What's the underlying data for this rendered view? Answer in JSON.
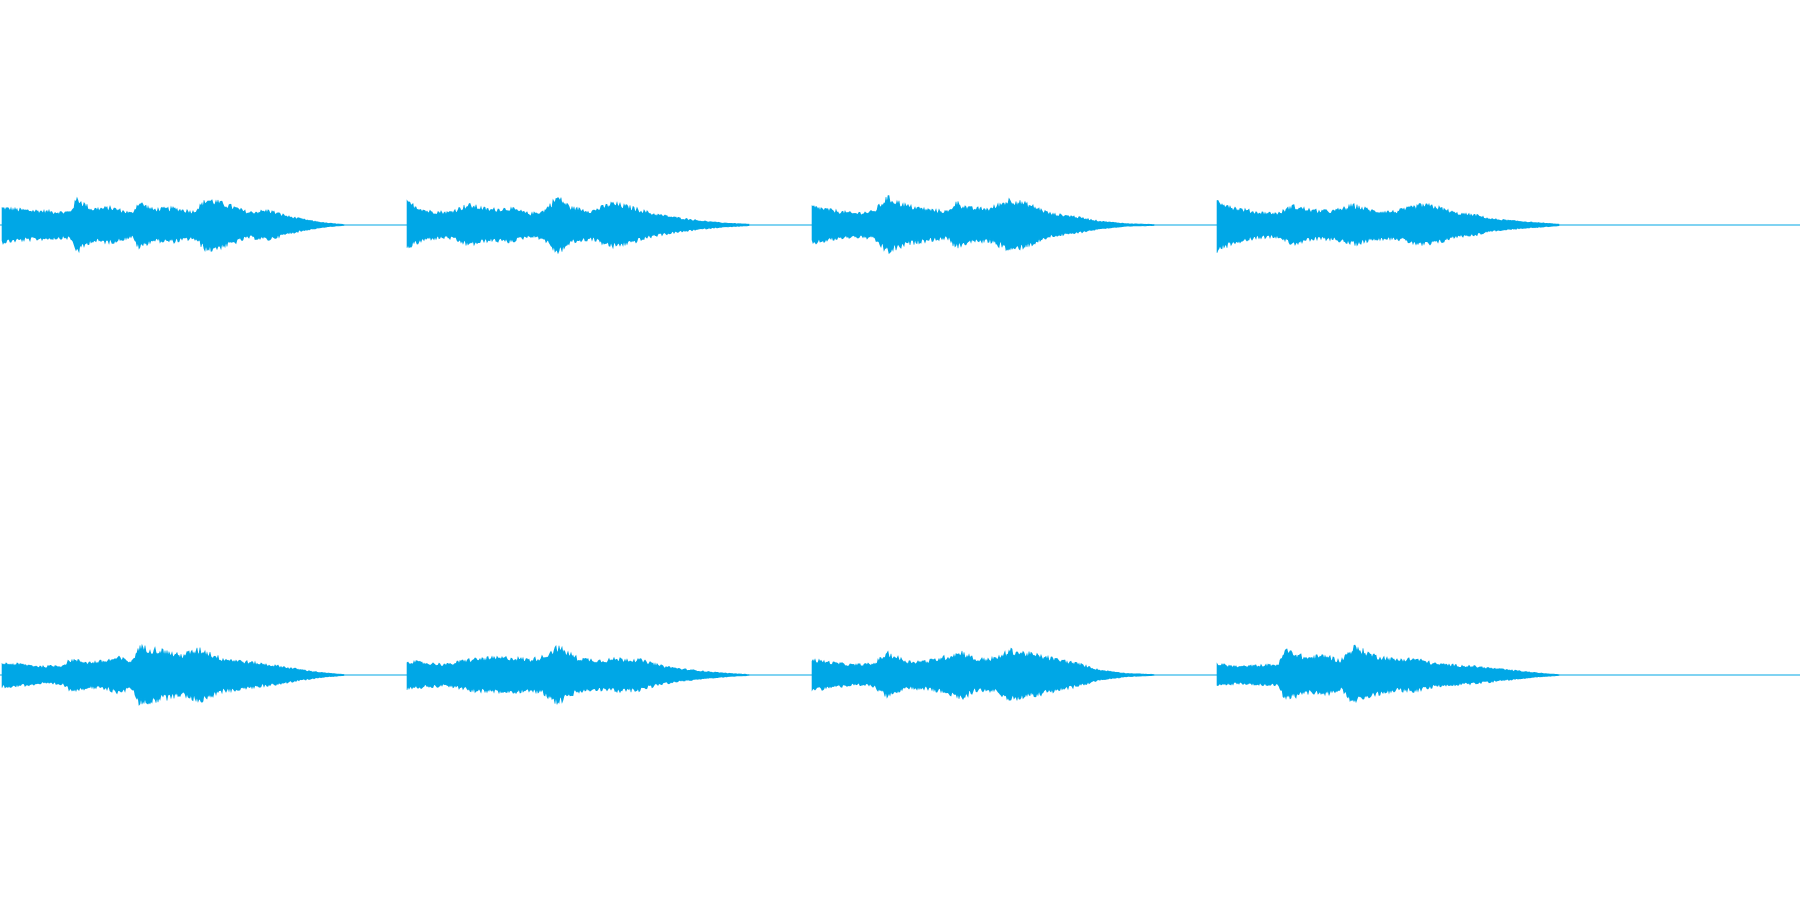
{
  "waveform": {
    "color": "#00a7e6",
    "background": "#ffffff",
    "channels": [
      {
        "name": "",
        "segments": [
          {
            "env": [
              [
                0.0,
                0.62
              ],
              [
                0.05,
                0.55
              ],
              [
                0.12,
                0.5
              ],
              [
                0.18,
                0.46
              ],
              [
                0.2,
                0.48
              ],
              [
                0.22,
                0.95
              ],
              [
                0.26,
                0.58
              ],
              [
                0.32,
                0.62
              ],
              [
                0.38,
                0.42
              ],
              [
                0.4,
                0.82
              ],
              [
                0.44,
                0.56
              ],
              [
                0.5,
                0.6
              ],
              [
                0.56,
                0.48
              ],
              [
                0.6,
                0.92
              ],
              [
                0.66,
                0.72
              ],
              [
                0.72,
                0.45
              ],
              [
                0.78,
                0.52
              ],
              [
                0.84,
                0.3
              ],
              [
                0.9,
                0.16
              ],
              [
                0.95,
                0.07
              ],
              [
                1.0,
                0.02
              ]
            ]
          },
          {
            "env": [
              [
                0.0,
                0.8
              ],
              [
                0.06,
                0.5
              ],
              [
                0.12,
                0.45
              ],
              [
                0.18,
                0.72
              ],
              [
                0.24,
                0.55
              ],
              [
                0.3,
                0.6
              ],
              [
                0.36,
                0.4
              ],
              [
                0.4,
                0.5
              ],
              [
                0.44,
                1.0
              ],
              [
                0.48,
                0.62
              ],
              [
                0.54,
                0.5
              ],
              [
                0.6,
                0.78
              ],
              [
                0.66,
                0.62
              ],
              [
                0.72,
                0.4
              ],
              [
                0.78,
                0.28
              ],
              [
                0.86,
                0.15
              ],
              [
                0.92,
                0.08
              ],
              [
                1.0,
                0.03
              ]
            ]
          },
          {
            "env": [
              [
                0.0,
                0.66
              ],
              [
                0.06,
                0.52
              ],
              [
                0.12,
                0.42
              ],
              [
                0.18,
                0.48
              ],
              [
                0.22,
                0.98
              ],
              [
                0.28,
                0.68
              ],
              [
                0.34,
                0.55
              ],
              [
                0.4,
                0.48
              ],
              [
                0.42,
                0.82
              ],
              [
                0.46,
                0.6
              ],
              [
                0.52,
                0.58
              ],
              [
                0.58,
                0.92
              ],
              [
                0.64,
                0.7
              ],
              [
                0.7,
                0.4
              ],
              [
                0.76,
                0.32
              ],
              [
                0.84,
                0.14
              ],
              [
                0.92,
                0.05
              ],
              [
                1.0,
                0.02
              ]
            ]
          },
          {
            "env": [
              [
                0.0,
                0.9
              ],
              [
                0.05,
                0.62
              ],
              [
                0.12,
                0.45
              ],
              [
                0.18,
                0.42
              ],
              [
                0.22,
                0.68
              ],
              [
                0.28,
                0.52
              ],
              [
                0.34,
                0.5
              ],
              [
                0.4,
                0.7
              ],
              [
                0.46,
                0.5
              ],
              [
                0.52,
                0.48
              ],
              [
                0.6,
                0.72
              ],
              [
                0.64,
                0.66
              ],
              [
                0.7,
                0.42
              ],
              [
                0.76,
                0.35
              ],
              [
                0.8,
                0.22
              ],
              [
                0.86,
                0.16
              ],
              [
                0.92,
                0.1
              ],
              [
                1.0,
                0.03
              ]
            ]
          }
        ]
      },
      {
        "name": "",
        "segments": [
          {
            "env": [
              [
                0.0,
                0.42
              ],
              [
                0.06,
                0.38
              ],
              [
                0.12,
                0.3
              ],
              [
                0.18,
                0.35
              ],
              [
                0.2,
                0.55
              ],
              [
                0.26,
                0.45
              ],
              [
                0.3,
                0.5
              ],
              [
                0.34,
                0.62
              ],
              [
                0.38,
                0.48
              ],
              [
                0.4,
                1.0
              ],
              [
                0.46,
                0.9
              ],
              [
                0.52,
                0.7
              ],
              [
                0.58,
                0.92
              ],
              [
                0.64,
                0.6
              ],
              [
                0.7,
                0.5
              ],
              [
                0.76,
                0.4
              ],
              [
                0.82,
                0.3
              ],
              [
                0.88,
                0.18
              ],
              [
                0.94,
                0.08
              ],
              [
                1.0,
                0.02
              ]
            ]
          },
          {
            "env": [
              [
                0.0,
                0.5
              ],
              [
                0.06,
                0.42
              ],
              [
                0.12,
                0.38
              ],
              [
                0.18,
                0.55
              ],
              [
                0.24,
                0.6
              ],
              [
                0.3,
                0.62
              ],
              [
                0.36,
                0.55
              ],
              [
                0.4,
                0.66
              ],
              [
                0.44,
                1.0
              ],
              [
                0.5,
                0.6
              ],
              [
                0.56,
                0.52
              ],
              [
                0.62,
                0.58
              ],
              [
                0.68,
                0.54
              ],
              [
                0.74,
                0.34
              ],
              [
                0.8,
                0.22
              ],
              [
                0.88,
                0.12
              ],
              [
                0.94,
                0.06
              ],
              [
                1.0,
                0.02
              ]
            ]
          },
          {
            "env": [
              [
                0.0,
                0.55
              ],
              [
                0.06,
                0.44
              ],
              [
                0.12,
                0.36
              ],
              [
                0.18,
                0.4
              ],
              [
                0.22,
                0.78
              ],
              [
                0.28,
                0.48
              ],
              [
                0.34,
                0.5
              ],
              [
                0.4,
                0.68
              ],
              [
                0.44,
                0.82
              ],
              [
                0.48,
                0.55
              ],
              [
                0.54,
                0.6
              ],
              [
                0.58,
                0.88
              ],
              [
                0.66,
                0.7
              ],
              [
                0.72,
                0.55
              ],
              [
                0.78,
                0.4
              ],
              [
                0.84,
                0.18
              ],
              [
                0.92,
                0.06
              ],
              [
                1.0,
                0.02
              ]
            ]
          },
          {
            "env": [
              [
                0.0,
                0.4
              ],
              [
                0.06,
                0.3
              ],
              [
                0.12,
                0.34
              ],
              [
                0.18,
                0.38
              ],
              [
                0.2,
                0.9
              ],
              [
                0.26,
                0.62
              ],
              [
                0.32,
                0.7
              ],
              [
                0.36,
                0.5
              ],
              [
                0.4,
                1.0
              ],
              [
                0.46,
                0.7
              ],
              [
                0.52,
                0.55
              ],
              [
                0.58,
                0.58
              ],
              [
                0.64,
                0.4
              ],
              [
                0.7,
                0.35
              ],
              [
                0.76,
                0.3
              ],
              [
                0.82,
                0.22
              ],
              [
                0.88,
                0.15
              ],
              [
                0.94,
                0.07
              ],
              [
                1.0,
                0.02
              ]
            ]
          }
        ]
      }
    ]
  }
}
